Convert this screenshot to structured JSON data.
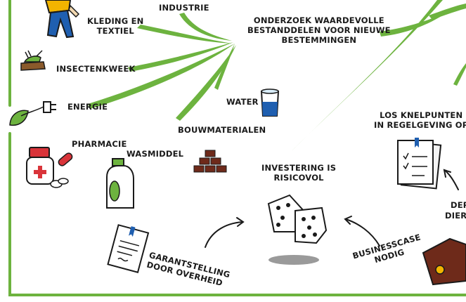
{
  "labels": {
    "industrie": "INDUSTRIE",
    "kleding_line1": "KLEDING EN",
    "kleding_line2": "TEXTIEL",
    "insectenkweek": "INSECTENKWEEK",
    "energie": "ENERGIE",
    "onderzoek_line1": "ONDERZOEK WAARDEVOLLE",
    "onderzoek_line2": "BESTANDDELEN VOOR NIEUWE",
    "onderzoek_line3": "BESTEMMINGEN",
    "water": "WATER",
    "bouwmaterialen": "BOUWMATERIALEN",
    "pharmacie": "PHARMACIE",
    "wasmiddel": "WASMIDDEL",
    "investering_line1": "INVESTERING IS",
    "investering_line2": "RISICOVOL",
    "knelpunten_line1": "LOS KNELPUNTEN",
    "knelpunten_line2": "IN REGELGEVING OP",
    "der": "DER",
    "dierl": "DIERL",
    "garantstelling_line1": "GARANTSTELLING",
    "garantstelling_line2": "DOOR OVERHEID",
    "businesscase_line1": "BUSINESSCASE",
    "businesscase_line2": "NODIG"
  },
  "colors": {
    "green": "#6db33f",
    "dark_green": "#4f8f2a",
    "blue": "#1f5fb0",
    "red": "#d9343a",
    "brown": "#6e2a1a",
    "gray_shadow": "#9a9a9a"
  },
  "icons": [
    "person-icon",
    "grasshopper-icon",
    "leaf-plug-icon",
    "water-glass-icon",
    "bricks-icon",
    "medicine-bottle-icon",
    "detergent-bottle-icon",
    "dice-icon",
    "checklist-document-icon",
    "signed-document-icon",
    "briefcase-icon"
  ]
}
